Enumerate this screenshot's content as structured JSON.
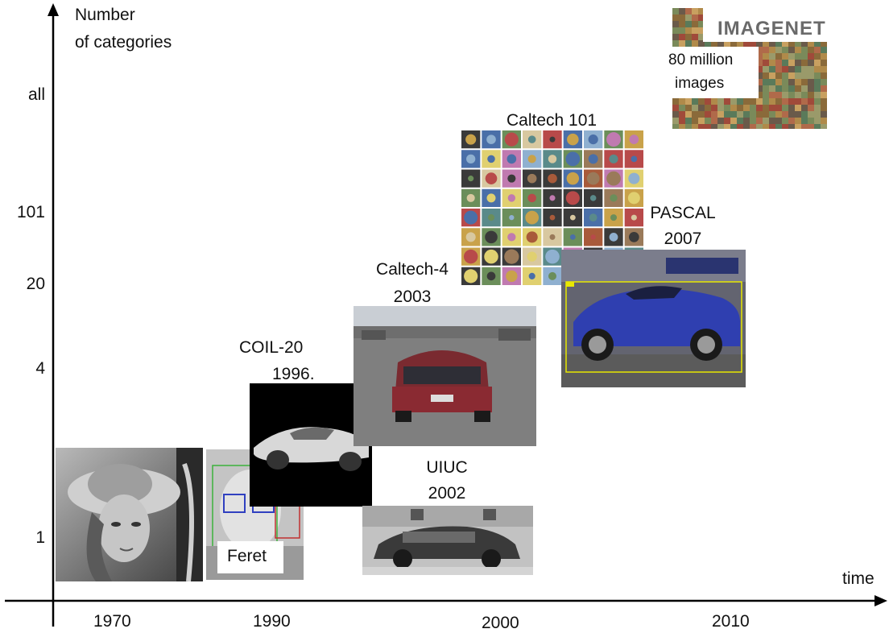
{
  "axes": {
    "y_label_line1": "Number",
    "y_label_line2": "of categories",
    "x_label": "time",
    "y_ticks": [
      "all",
      "101",
      "20",
      "4",
      "1"
    ],
    "x_ticks": [
      "1970",
      "1990",
      "2000",
      "2010"
    ]
  },
  "datasets": {
    "feret": {
      "name": "Feret"
    },
    "coil": {
      "name": "COIL-20",
      "year": "1996."
    },
    "caltech4": {
      "name": "Caltech-4",
      "year": "2003"
    },
    "uiuc": {
      "name": "UIUC",
      "year": "2002"
    },
    "caltech101": {
      "name": "Caltech 101"
    },
    "pascal": {
      "name": "PASCAL",
      "year": "2007"
    },
    "imagenet": {
      "logo_text": "IMAGENET",
      "caption_line1": "80 million",
      "caption_line2": "images"
    }
  },
  "colors": {
    "axis": "#000000",
    "pascal_box": "#e8e800",
    "car_blue": "#2f3fb0",
    "car_red": "#8a2a32"
  }
}
